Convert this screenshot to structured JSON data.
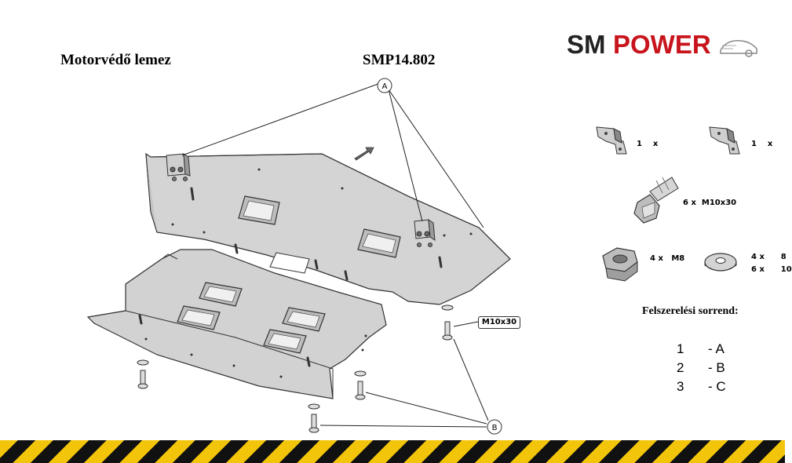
{
  "title": "Motorvédő lemez",
  "code": "SMP14.802",
  "brand": {
    "part1": "SM",
    "part2": "POWER",
    "color_dark": "#222222",
    "color_red": "#c8141c"
  },
  "labels": {
    "a": "A",
    "b": "B",
    "callout": "M10x30"
  },
  "parts": [
    {
      "qty": "1",
      "unit": "x"
    },
    {
      "qty": "1",
      "unit": "x"
    },
    {
      "qty": "6",
      "unit": "x",
      "name": "M10x30"
    },
    {
      "qty": "4",
      "unit": "x",
      "name": "M8"
    },
    {
      "lines": [
        {
          "qty": "4",
          "unit": "x",
          "size": "8"
        },
        {
          "qty": "6",
          "unit": "x",
          "size": "10"
        }
      ]
    }
  ],
  "order": {
    "title": "Felszerelési sorrend:",
    "steps": [
      {
        "n": "1",
        "step": "- A"
      },
      {
        "n": "2",
        "step": "- B"
      },
      {
        "n": "3",
        "step": "- C"
      }
    ]
  },
  "stripe_colors": [
    "#f2c40a",
    "#111111"
  ]
}
